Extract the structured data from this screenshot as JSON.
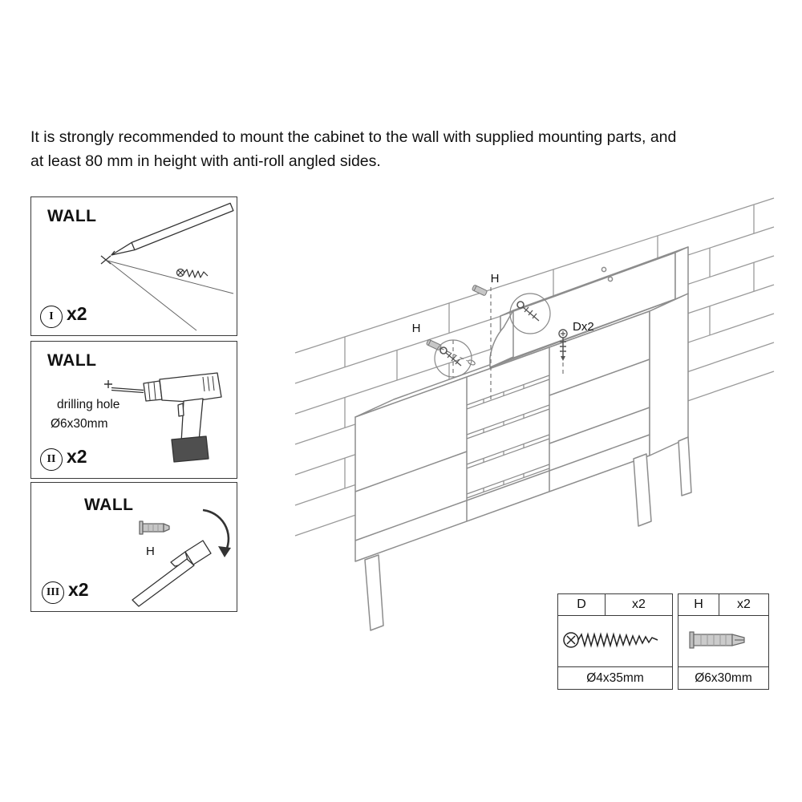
{
  "intro": {
    "line1": "It is strongly recommended to mount the cabinet to the wall with supplied mounting parts, and",
    "line2": "at least 80 mm in height with anti-roll angled sides."
  },
  "steps": [
    {
      "numeral": "I",
      "qty": "x2",
      "wall": "WALL"
    },
    {
      "numeral": "II",
      "qty": "x2",
      "wall": "WALL",
      "note1": "drilling hole",
      "note2": "Ø6x30mm"
    },
    {
      "numeral": "III",
      "qty": "x2",
      "wall": "WALL",
      "anchor": "H"
    }
  ],
  "diagram": {
    "h_top": "H",
    "h_left": "H",
    "d_label": "Dx2"
  },
  "parts": [
    {
      "code": "D",
      "qty": "x2",
      "size": "Ø4x35mm"
    },
    {
      "code": "H",
      "qty": "x2",
      "size": "Ø6x30mm"
    }
  ]
}
